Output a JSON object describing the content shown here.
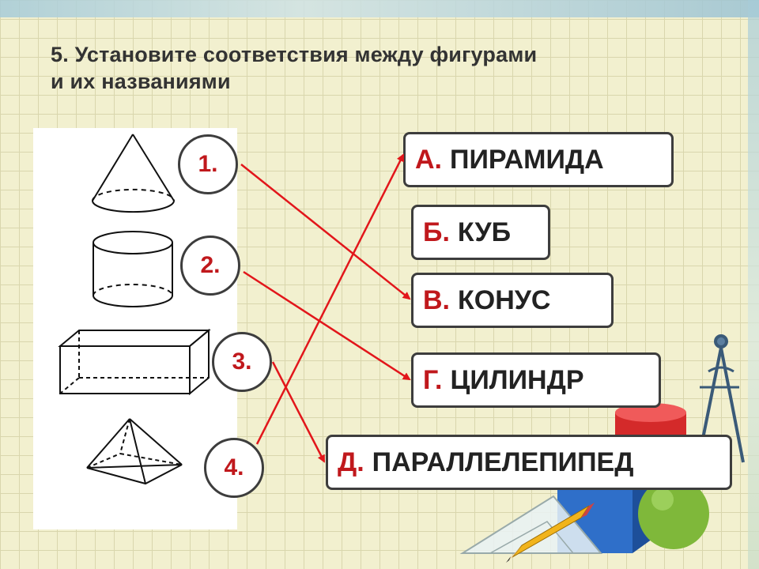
{
  "title": {
    "line1": "5. Установите соответствия между фигурами",
    "line2": "и  их названиями"
  },
  "numbers": [
    "1.",
    "2.",
    "3.",
    "4."
  ],
  "answers": [
    {
      "letter": "А.",
      "name": "ПИРАМИДА"
    },
    {
      "letter": "Б.",
      "name": "КУБ"
    },
    {
      "letter": "В.",
      "name": "КОНУС"
    },
    {
      "letter": "Г.",
      "name": "ЦИЛИНДР"
    },
    {
      "letter": "Д.",
      "name": "ПАРАЛЛЕЛЕПИПЕД"
    }
  ],
  "colors": {
    "accent": "#c0181c",
    "arrow": "#e2161b",
    "background": "#f2f0cf"
  }
}
